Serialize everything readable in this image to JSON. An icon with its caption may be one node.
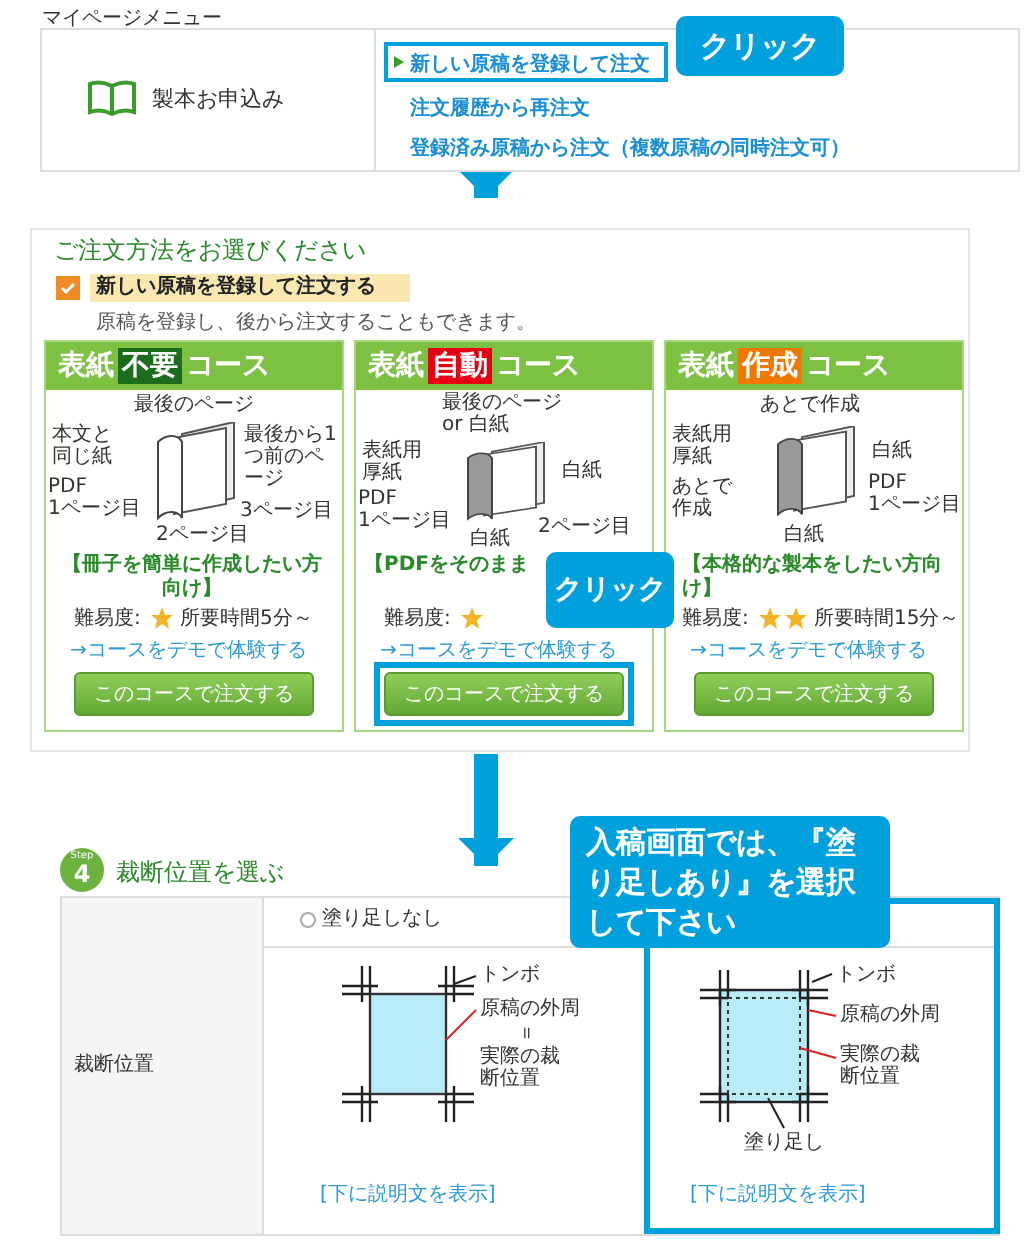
{
  "diagram": {
    "nodes": [
      {
        "text": [
          "マイページメニュー"
        ]
      },
      {
        "text": [
          "製本お申込み"
        ],
        "in": 0
      },
      {
        "text": [
          "新しい原稿を登録して注文"
        ],
        "in": 0
      },
      {
        "text": [
          "クリック"
        ]
      },
      {
        "text": [
          "ご注文方法をお選びください"
        ]
      },
      {
        "text": [
          "新しい原稿を登録して注文する"
        ],
        "in": 4,
        "beside": [
          "原稿を登録し、後から注文することもできます。"
        ]
      },
      {
        "text": [
          "表紙",
          "不要",
          "コース",
          "【冊子を簡単に作成したい方向け】",
          "難易度:",
          "所要時間5分～",
          "→コースをデモで体験する"
        ],
        "in": 4
      },
      {
        "text": [
          "このコースで注文する"
        ],
        "in": 6
      },
      {
        "text": [
          "表紙",
          "自動",
          "コース",
          "【PDFをそのまま",
          "難易度:",
          "→コースをデモで体験する"
        ],
        "in": 4
      },
      {
        "text": [],
        "shape": "box",
        "in": 8
      },
      {
        "text": [
          "このコースで注文する"
        ],
        "in": 9
      },
      {
        "text": [
          "表紙",
          "作成",
          "コース",
          "【本格的な製本をしたい方向け】",
          "難易度:",
          "所要時間15分～",
          "→コースをデモで体験する"
        ],
        "in": 4
      },
      {
        "text": [
          "このコースで注文する"
        ],
        "in": 11
      },
      {
        "text": [
          "クリック"
        ],
        "in": 4
      },
      {
        "text": [
          "Step",
          "4"
        ]
      },
      {
        "text": [
          "裁断位置"
        ]
      },
      {
        "text": [],
        "shape": "box",
        "in": 15
      },
      {
        "text": [
          "入稿画面では、『塗り足しあり』を選択して下さい"
        ]
      }
    ],
    "edges": [
      {
        "from": 0,
        "to": 4,
        "arrow": "to"
      },
      {
        "from": 4,
        "to": 15,
        "arrow": "to"
      }
    ],
    "labels": [
      "注文履歴から再注文",
      "登録済み原稿から注文（複数原稿の同時注文可）",
      "最後のページ",
      "本文と同じ紙",
      "最後から1つ前のページ",
      "PDF 1ページ目",
      "3ページ目",
      "2ページ目",
      "最後のページ or 白紙",
      "表紙用厚紙",
      "PDF 1ページ目",
      "白紙",
      "2ページ目",
      "白紙",
      "あとで作成",
      "表紙用厚紙",
      "あとで作成",
      "白紙",
      "PDF 1ページ目",
      "白紙",
      "裁断位置を選ぶ",
      "塗り足しなし",
      "トンボ",
      "原稿の外周",
      "＝",
      "実際の裁断位置",
      "[下に説明文を表示]",
      "トンボ",
      "原稿の外周",
      "実際の裁断位置",
      "塗り足し",
      "[下に説明文を表示]"
    ]
  }
}
